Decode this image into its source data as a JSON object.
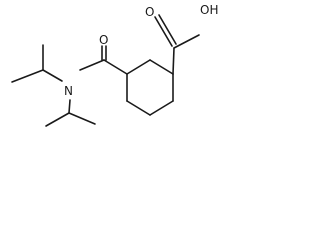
{
  "molecule": {
    "atoms": {
      "oh": "OH",
      "acid_o": "O",
      "amide_o": "O",
      "n": "N"
    }
  }
}
